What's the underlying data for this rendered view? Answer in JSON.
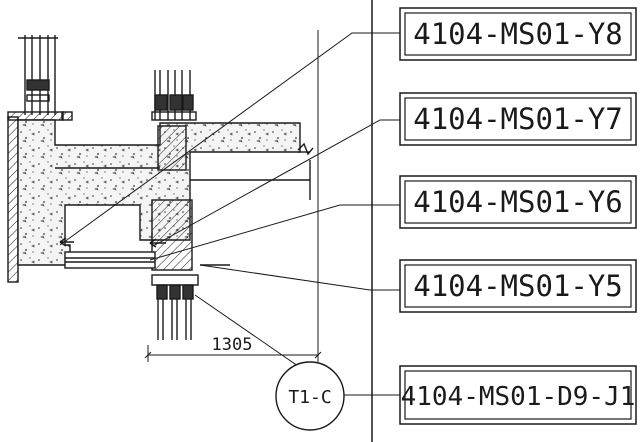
{
  "callouts": [
    {
      "id": "y8",
      "label": "4104-MS01-Y8"
    },
    {
      "id": "y7",
      "label": "4104-MS01-Y7"
    },
    {
      "id": "y6",
      "label": "4104-MS01-Y6"
    },
    {
      "id": "y5",
      "label": "4104-MS01-Y5"
    },
    {
      "id": "d9j1",
      "label": "4104-MS01-D9-J1"
    }
  ],
  "dimension": {
    "value": "1305"
  },
  "section_bubble": {
    "label": "T1-C"
  },
  "colors": {
    "line": "#1a1a1a",
    "background": "#ffffff"
  }
}
